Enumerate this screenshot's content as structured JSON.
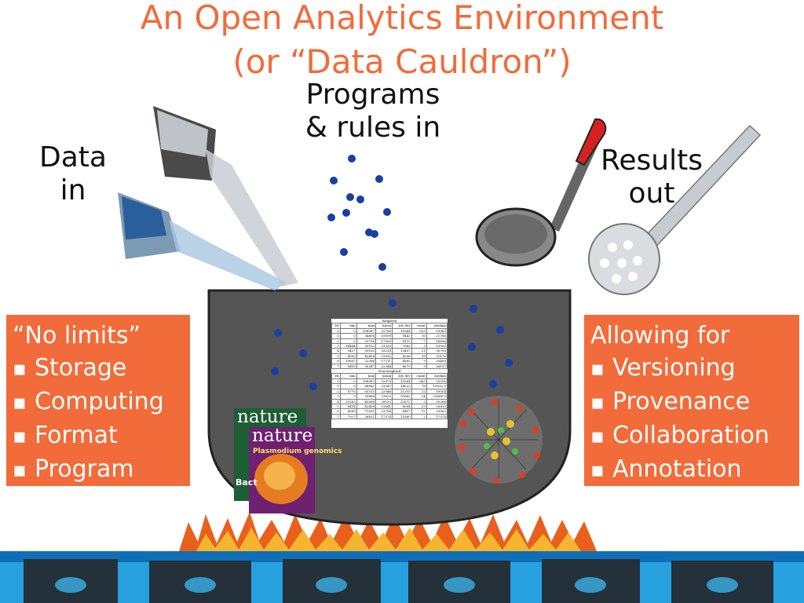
{
  "title": {
    "line1": "An Open Analytics Environment",
    "line2": "(or “Data Cauldron”)"
  },
  "labels": {
    "data_in_1": "Data",
    "data_in_2": "in",
    "programs_1": "Programs",
    "programs_2": "& rules in",
    "results_1": "Results",
    "results_2": "out"
  },
  "left_box": {
    "heading": "“No limits”",
    "items": [
      "Storage",
      "Computing",
      "Format",
      "Program"
    ]
  },
  "right_box": {
    "heading": "Allowing for",
    "items": [
      "Versioning",
      "Provenance",
      "Collaboration",
      "Annotation"
    ]
  },
  "journal": {
    "name": "nature",
    "issue_title": "Plasmodium genomics",
    "back_text": "Bact"
  },
  "data_table": {
    "weighted_caption": "Weighted",
    "nonweighted_caption": "Non-weighted",
    "headers": [
      "HI",
      "min",
      "max",
      "mean",
      "std_dev",
      "count",
      "median"
    ],
    "weighted_rows": [
      [
        "0",
        "0",
        "108087",
        "22708",
        "15364",
        "923",
        "19963"
      ],
      [
        "1",
        "0",
        "34808",
        "19509",
        "9442",
        "10",
        "21786"
      ],
      [
        "2",
        "0",
        "25795",
        "17005",
        "8115",
        "7",
        "18656"
      ],
      [
        "3",
        "14464",
        "30102",
        "21355",
        "7982",
        "3",
        "19500"
      ],
      [
        "4",
        "9427",
        "59183",
        "33018",
        "13457",
        "21",
        "30795"
      ],
      [
        "5",
        "4999",
        "42458",
        "21992",
        "8206",
        "39",
        "21176"
      ],
      [
        "6",
        "10857",
        "22386",
        "17711",
        "4565",
        "9",
        "20400"
      ],
      [
        "7",
        "9418",
        "30347",
        "22344",
        "8679",
        "9",
        "26197"
      ]
    ],
    "nonweighted_rows": [
      [
        "0",
        "0",
        "108087",
        "22979",
        "15364",
        "863",
        "20208"
      ],
      [
        "1",
        "0",
        "64962",
        "23247",
        "14022",
        "76",
        "19932.5"
      ],
      [
        "2",
        "8770",
        "55315",
        "22046",
        "11355",
        "22",
        "19054"
      ],
      [
        "3",
        "0",
        "33886",
        "21825",
        "10062",
        "14",
        "22680.5"
      ],
      [
        "4",
        "15383",
        "40588",
        "28533",
        "12672",
        "3",
        "30288"
      ],
      [
        "5",
        "8414",
        "42458",
        "21541",
        "8094",
        "29",
        "20833"
      ],
      [
        "6",
        "4999",
        "37051",
        "23704",
        "8457",
        "12",
        "20502"
      ],
      [
        "7",
        "7927",
        "26821",
        "17374",
        "13360",
        "2",
        "17374"
      ]
    ]
  },
  "colors": {
    "accent": "#f26b3a",
    "cauldron": "#555555",
    "dot": "#1a3fa0"
  }
}
